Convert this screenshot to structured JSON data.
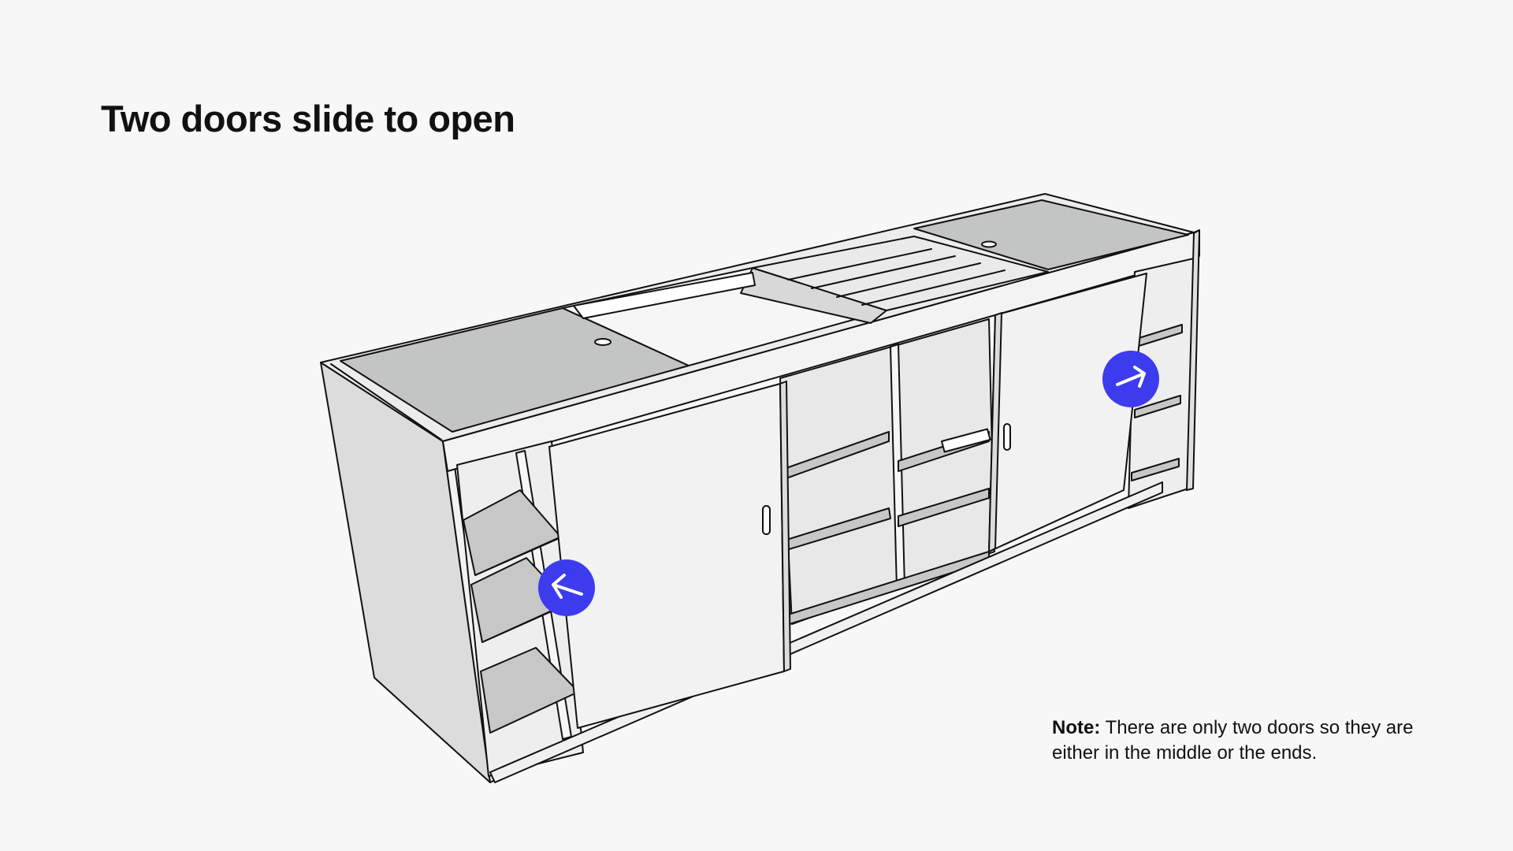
{
  "page": {
    "title": "Two doors slide to open"
  },
  "note": {
    "label": "Note:",
    "text": "There are only two doors so they are either in the middle or the ends."
  },
  "indicators": {
    "left": {
      "icon": "arrow-left-icon",
      "color": "#3d3bee"
    },
    "right": {
      "icon": "arrow-right-icon",
      "color": "#3d3bee"
    }
  },
  "colors": {
    "background": "#f7f7f7",
    "outline": "#111111",
    "panel_light": "#f0f0f0",
    "panel_mid": "#dcdcdc",
    "panel_dark": "#c3c4c4",
    "accent": "#3d3bee"
  }
}
